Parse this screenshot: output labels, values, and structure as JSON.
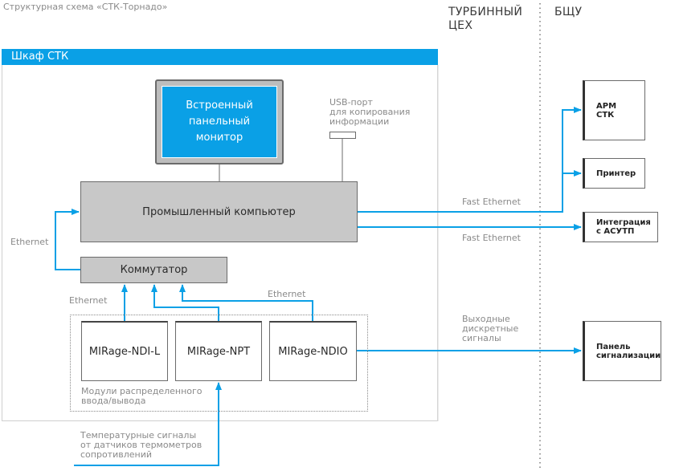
{
  "title": "Структурная схема «СТК-Торнадо»",
  "regions": {
    "turbine_line1": "ТУРБИННЫЙ",
    "turbine_line2": "ЦЕХ",
    "bshu": "БЩУ"
  },
  "cabinet": {
    "header": "Шкаф СТК",
    "monitor": [
      "Встроенный",
      "панельный",
      "монитор"
    ],
    "computer": "Промышленный компьютер",
    "switch": "Коммутатор",
    "usb_caption": [
      "USB-порт",
      "для копирования",
      "информации"
    ],
    "modules": [
      "MIRage-NDI-L",
      "MIRage-NPT",
      "MIRage-NDIO"
    ],
    "modules_caption": [
      "Модули распределенного",
      "ввода/вывода"
    ]
  },
  "labels": {
    "ethernet_left": "Ethernet",
    "ethernet_modules_left": "Ethernet",
    "ethernet_modules_right": "Ethernet",
    "fast_ethernet_1": "Fast Ethernet",
    "fast_ethernet_2": "Fast Ethernet",
    "discrete_outputs": [
      "Выходные",
      "дискретные",
      "сигналы"
    ],
    "temperature_signals": [
      "Температурные сигналы",
      "от датчиков термометров",
      "сопротивлений"
    ]
  },
  "external": {
    "arm": [
      "АРМ",
      "СТК"
    ],
    "printer": "Принтер",
    "integration": [
      "Интеграция",
      "с АСУТП"
    ],
    "panel": [
      "Панель",
      "сигнализации"
    ]
  },
  "colors": {
    "accent": "#0aa0e6",
    "box_grey": "#c8c8c8",
    "line_grey": "#6b6b6b",
    "caption_grey": "#8a8a8a"
  }
}
